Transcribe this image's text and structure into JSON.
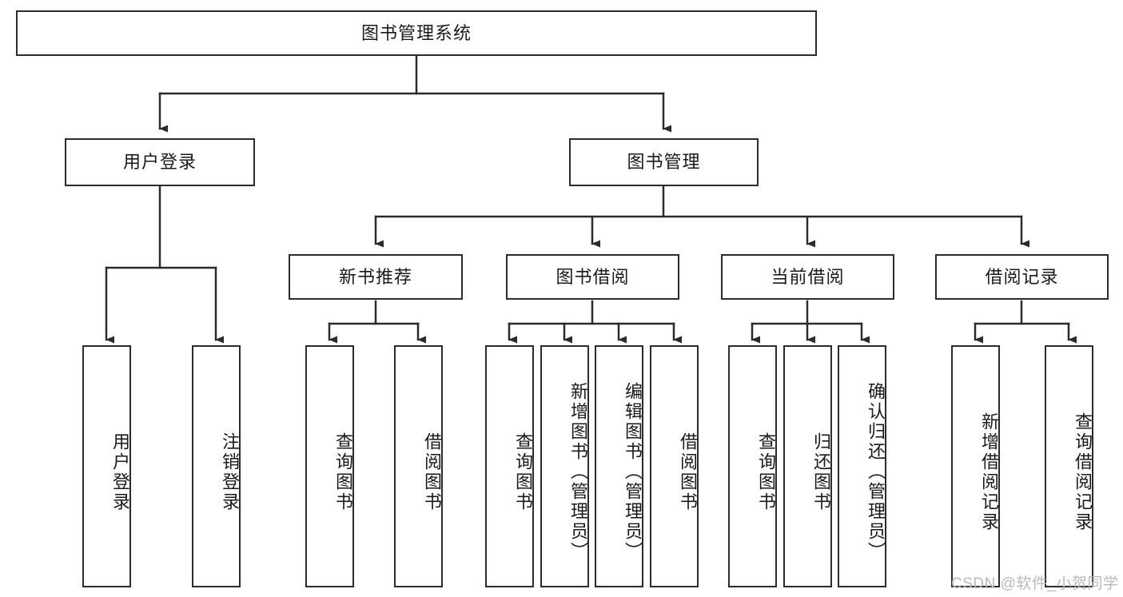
{
  "diagram": {
    "title": "图书管理系统",
    "type": "hierarchy-tree",
    "line_color": "#2b2b2b",
    "box_fill": "#ffffff",
    "text_color": "#1a1a1a",
    "nodes": {
      "root": {
        "label": "图书管理系统",
        "level": 1,
        "orientation": "horizontal"
      },
      "l2_user_login": {
        "label": "用户登录",
        "level": 2,
        "orientation": "horizontal"
      },
      "l2_book_mgmt": {
        "label": "图书管理",
        "level": 2,
        "orientation": "horizontal"
      },
      "l3_new_book": {
        "label": "新书推荐",
        "level": 3,
        "orientation": "horizontal"
      },
      "l3_borrow": {
        "label": "图书借阅",
        "level": 3,
        "orientation": "horizontal"
      },
      "l3_current": {
        "label": "当前借阅",
        "level": 3,
        "orientation": "horizontal"
      },
      "l3_records": {
        "label": "借阅记录",
        "level": 3,
        "orientation": "horizontal"
      },
      "l4_user_login": {
        "label": "用户登录",
        "level": 4,
        "orientation": "vertical"
      },
      "l4_logout": {
        "label": "注销登录",
        "level": 4,
        "orientation": "vertical"
      },
      "l4_query_book_a": {
        "label": "查询图书",
        "level": 4,
        "orientation": "vertical"
      },
      "l4_borrow_book_a": {
        "label": "借阅图书",
        "level": 4,
        "orientation": "vertical"
      },
      "l4_query_book_b": {
        "label": "查询图书",
        "level": 4,
        "orientation": "vertical"
      },
      "l4_add_book": {
        "label": "新增图书（管理员）",
        "level": 4,
        "orientation": "vertical"
      },
      "l4_edit_book": {
        "label": "编辑图书（管理员）",
        "level": 4,
        "orientation": "vertical"
      },
      "l4_borrow_book_b": {
        "label": "借阅图书",
        "level": 4,
        "orientation": "vertical"
      },
      "l4_query_book_c": {
        "label": "查询图书",
        "level": 4,
        "orientation": "vertical"
      },
      "l4_return_book": {
        "label": "归还图书",
        "level": 4,
        "orientation": "vertical"
      },
      "l4_confirm_return": {
        "label": "确认归还（管理员）",
        "level": 4,
        "orientation": "vertical"
      },
      "l4_add_record": {
        "label": "新增借阅记录",
        "level": 4,
        "orientation": "vertical"
      },
      "l4_query_record": {
        "label": "查询借阅记录",
        "level": 4,
        "orientation": "vertical"
      }
    },
    "edges": [
      {
        "from": "root",
        "to": "l2_user_login"
      },
      {
        "from": "root",
        "to": "l2_book_mgmt"
      },
      {
        "from": "l2_book_mgmt",
        "to": "l3_new_book"
      },
      {
        "from": "l2_book_mgmt",
        "to": "l3_borrow"
      },
      {
        "from": "l2_book_mgmt",
        "to": "l3_current"
      },
      {
        "from": "l2_book_mgmt",
        "to": "l3_records"
      },
      {
        "from": "l2_user_login",
        "to": "l4_user_login"
      },
      {
        "from": "l2_user_login",
        "to": "l4_logout"
      },
      {
        "from": "l3_new_book",
        "to": "l4_query_book_a"
      },
      {
        "from": "l3_new_book",
        "to": "l4_borrow_book_a"
      },
      {
        "from": "l3_borrow",
        "to": "l4_query_book_b"
      },
      {
        "from": "l3_borrow",
        "to": "l4_add_book"
      },
      {
        "from": "l3_borrow",
        "to": "l4_edit_book"
      },
      {
        "from": "l3_borrow",
        "to": "l4_borrow_book_b"
      },
      {
        "from": "l3_current",
        "to": "l4_query_book_c"
      },
      {
        "from": "l3_current",
        "to": "l4_return_book"
      },
      {
        "from": "l3_current",
        "to": "l4_confirm_return"
      },
      {
        "from": "l3_records",
        "to": "l4_add_record"
      },
      {
        "from": "l3_records",
        "to": "l4_query_record"
      }
    ]
  },
  "watermark": {
    "text": "CSDN @软件_小贺同学",
    "color": "#b9b9b9"
  }
}
